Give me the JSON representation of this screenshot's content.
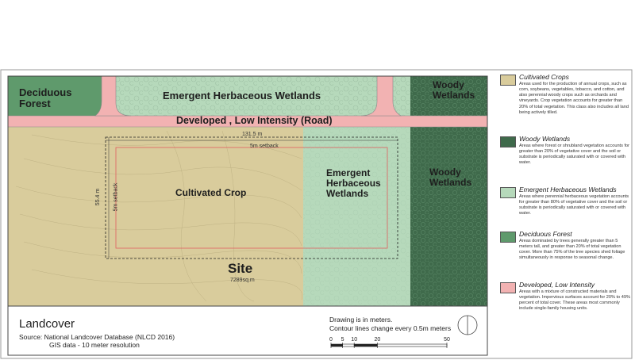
{
  "map": {
    "labels": {
      "deciduous_forest": [
        "Deciduous",
        "Forest"
      ],
      "emergent_top": "Emergent Herbaceous Wetlands",
      "woody_top": [
        "Woody",
        "Wetlands"
      ],
      "road": "Developed , Low Intensity (Road)",
      "cultivated_crop": "Cultivated Crop",
      "emergent_site": [
        "Emergent",
        "Herbaceous",
        "Wetlands"
      ],
      "woody_right": [
        "Woody",
        "Wetlands"
      ],
      "site": "Site",
      "site_area": "7289sq.m",
      "width_dim": "131.5 m",
      "height_dim": "55.4 m",
      "setback_top": "5m setback",
      "setback_side": "5m setback"
    },
    "colors": {
      "cultivated": "#d9cc9c",
      "emergent": "#b6d9bb",
      "woody": "#3f6a4b",
      "deciduous": "#5f9a6c",
      "developed": "#f2b2b2",
      "setback_line": "#e06060"
    },
    "north_arrow": "north-arrow-icon"
  },
  "legend": [
    {
      "title": "Cultivated Crops",
      "color": "#d9cc9c",
      "desc": "Areas used for the production of annual crops, such as corn, soybeans, vegetables, tobacco, and cotton, and also perennial woody crops such as orchards and vineyards. Crop vegetation accounts for greater than 20% of total vegetation. This class also includes all land being actively tilled."
    },
    {
      "title": "Woody Wetlands",
      "color": "#3f6a4b",
      "desc": "Areas where forest or shrubland vegetation accounts for greater than 20% of vegetative cover and the soil or substrate is periodically saturated with or covered with water."
    },
    {
      "title": "Emergent Herbaceous Wetlands",
      "color": "#b6d9bb",
      "desc": "Areas where perennial herbaceous vegetation accounts for greater than 80% of vegetative cover and the soil or substrate is periodically saturated with or covered with water."
    },
    {
      "title": "Deciduous Forest",
      "color": "#5f9a6c",
      "desc": "Areas dominated by trees generally greater than 5 meters tall, and greater than 20% of total vegetation cover. More than 75% of the tree species shed foliage simultaneously in response to seasonal change."
    },
    {
      "title": "Developed, Low Intensity",
      "color": "#f2b2b2",
      "desc": "Areas with a mixture of constructed materials and vegetation. Impervious surfaces account for 20% to 49% percent of total cover. These areas most commonly include single-family housing units."
    }
  ],
  "title_block": {
    "title": "Landcover",
    "source_line1": "Source:  National Landcover Database (NLCD 2016)",
    "source_line2": "GIS data - 10 meter resolution",
    "note1": "Drawing is in meters.",
    "note2": "Contour lines change every 0.5m meters"
  },
  "scale_bar": {
    "ticks": [
      "0",
      "5",
      "10",
      "20",
      "50"
    ],
    "tick_values": [
      0,
      5,
      10,
      20,
      50
    ]
  }
}
